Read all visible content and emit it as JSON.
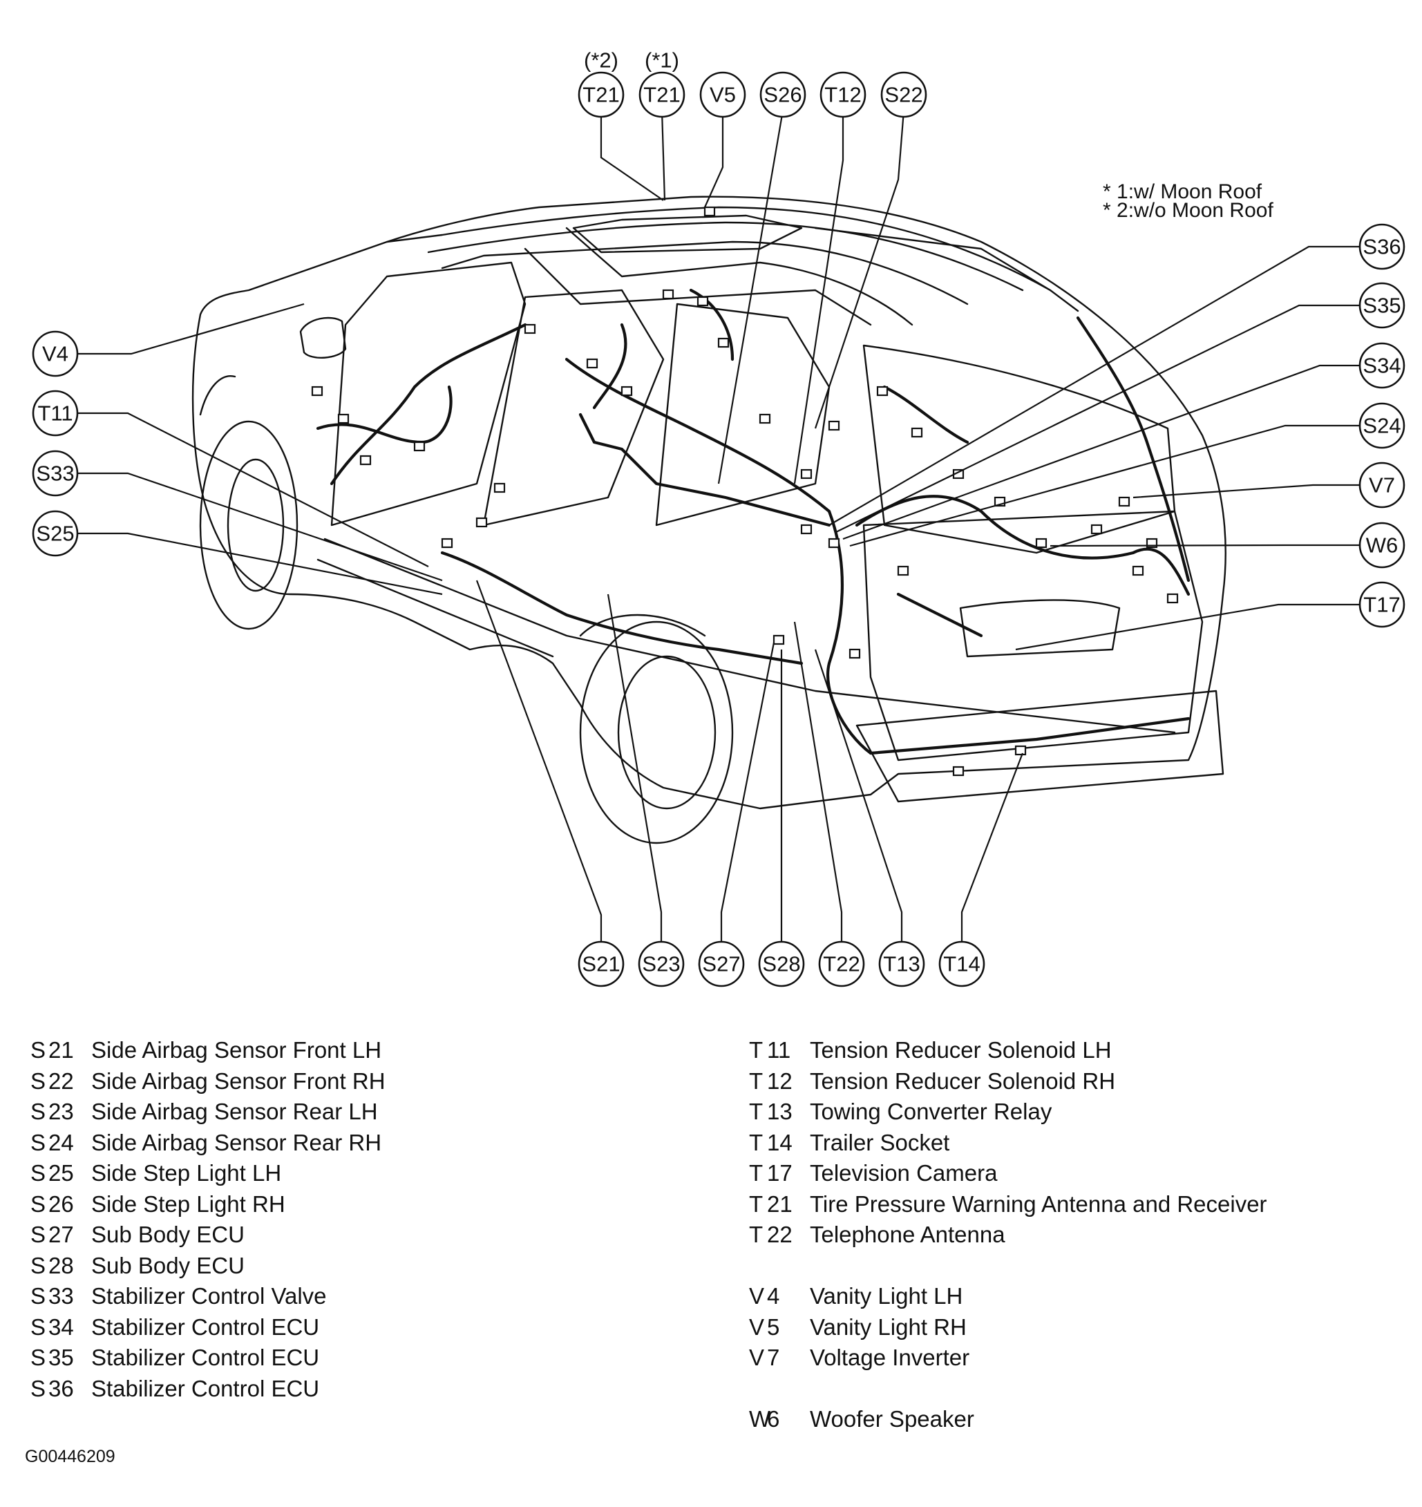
{
  "notes": [
    "* 1:w/ Moon Roof",
    "* 2:w/o Moon Roof"
  ],
  "callouts": {
    "top": [
      {
        "label": "T21",
        "note": "(*2)"
      },
      {
        "label": "T21",
        "note": "(*1)"
      },
      {
        "label": "V5"
      },
      {
        "label": "S26"
      },
      {
        "label": "T12"
      },
      {
        "label": "S22"
      }
    ],
    "left": [
      "V4",
      "T11",
      "S33",
      "S25"
    ],
    "right": [
      "S36",
      "S35",
      "S34",
      "S24",
      "V7",
      "W6",
      "T17"
    ],
    "bottom": [
      "S21",
      "S23",
      "S27",
      "S28",
      "T22",
      "T13",
      "T14"
    ]
  },
  "legend_left": [
    {
      "letter": "S",
      "num": "21",
      "desc": "Side Airbag Sensor Front LH"
    },
    {
      "letter": "S",
      "num": "22",
      "desc": "Side Airbag Sensor Front RH"
    },
    {
      "letter": "S",
      "num": "23",
      "desc": "Side Airbag Sensor Rear LH"
    },
    {
      "letter": "S",
      "num": "24",
      "desc": "Side Airbag Sensor Rear RH"
    },
    {
      "letter": "S",
      "num": "25",
      "desc": "Side Step Light LH"
    },
    {
      "letter": "S",
      "num": "26",
      "desc": "Side Step Light RH"
    },
    {
      "letter": "S",
      "num": "27",
      "desc": "Sub Body ECU"
    },
    {
      "letter": "S",
      "num": "28",
      "desc": "Sub Body ECU"
    },
    {
      "letter": "S",
      "num": "33",
      "desc": "Stabilizer Control Valve"
    },
    {
      "letter": "S",
      "num": "34",
      "desc": "Stabilizer Control ECU"
    },
    {
      "letter": "S",
      "num": "35",
      "desc": "Stabilizer Control ECU"
    },
    {
      "letter": "S",
      "num": "36",
      "desc": "Stabilizer Control ECU"
    }
  ],
  "legend_right": [
    {
      "letter": "T",
      "num": "11",
      "desc": "Tension Reducer Solenoid LH"
    },
    {
      "letter": "T",
      "num": "12",
      "desc": "Tension Reducer Solenoid RH"
    },
    {
      "letter": "T",
      "num": "13",
      "desc": "Towing Converter Relay"
    },
    {
      "letter": "T",
      "num": "14",
      "desc": "Trailer Socket"
    },
    {
      "letter": "T",
      "num": "17",
      "desc": "Television Camera"
    },
    {
      "letter": "T",
      "num": "21",
      "desc": "Tire Pressure Warning Antenna and Receiver"
    },
    {
      "letter": "T",
      "num": "22",
      "desc": "Telephone Antenna"
    },
    {
      "gap": true
    },
    {
      "letter": "V",
      "num": "4",
      "desc": "Vanity Light LH"
    },
    {
      "letter": "V",
      "num": "5",
      "desc": "Vanity Light RH"
    },
    {
      "letter": "V",
      "num": "7",
      "desc": "Voltage Inverter"
    },
    {
      "gap": true
    },
    {
      "letter": "W",
      "num": "6",
      "desc": "Woofer Speaker"
    }
  ],
  "figure_id": "G00446209"
}
